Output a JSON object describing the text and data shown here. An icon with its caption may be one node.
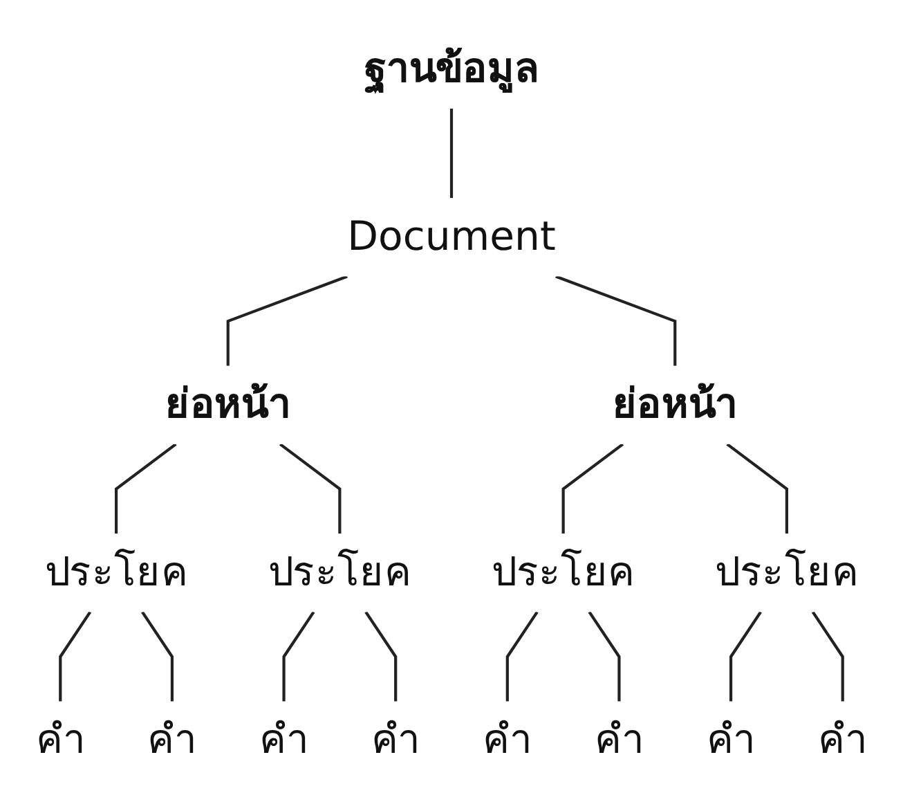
{
  "diagram": {
    "nodes": [
      {
        "text": [
          "ฐานข้อมูล"
        ]
      },
      {
        "text": [
          "Document"
        ]
      },
      {
        "text": [
          "ย่อหน้า"
        ]
      },
      {
        "text": [
          "ย่อหน้า"
        ]
      },
      {
        "text": [
          "ประโยค"
        ]
      },
      {
        "text": [
          "ประโยค"
        ]
      },
      {
        "text": [
          "ประโยค"
        ]
      },
      {
        "text": [
          "ประโยค"
        ]
      },
      {
        "text": [
          "คำ"
        ]
      },
      {
        "text": [
          "คำ"
        ]
      },
      {
        "text": [
          "คำ"
        ]
      },
      {
        "text": [
          "คำ"
        ]
      },
      {
        "text": [
          "คำ"
        ]
      },
      {
        "text": [
          "คำ"
        ]
      },
      {
        "text": [
          "คำ"
        ]
      },
      {
        "text": [
          "คำ"
        ]
      }
    ],
    "edges": [
      {
        "from": 0,
        "to": 1,
        "arrow": "none"
      },
      {
        "from": 1,
        "to": 2,
        "arrow": "none"
      },
      {
        "from": 1,
        "to": 3,
        "arrow": "none"
      },
      {
        "from": 2,
        "to": 4,
        "arrow": "none"
      },
      {
        "from": 2,
        "to": 5,
        "arrow": "none"
      },
      {
        "from": 3,
        "to": 6,
        "arrow": "none"
      },
      {
        "from": 3,
        "to": 7,
        "arrow": "none"
      },
      {
        "from": 4,
        "to": 8,
        "arrow": "none"
      },
      {
        "from": 4,
        "to": 9,
        "arrow": "none"
      },
      {
        "from": 5,
        "to": 10,
        "arrow": "none"
      },
      {
        "from": 5,
        "to": 11,
        "arrow": "none"
      },
      {
        "from": 6,
        "to": 12,
        "arrow": "none"
      },
      {
        "from": 6,
        "to": 13,
        "arrow": "none"
      },
      {
        "from": 7,
        "to": 14,
        "arrow": "none"
      },
      {
        "from": 7,
        "to": 15,
        "arrow": "none"
      }
    ]
  }
}
